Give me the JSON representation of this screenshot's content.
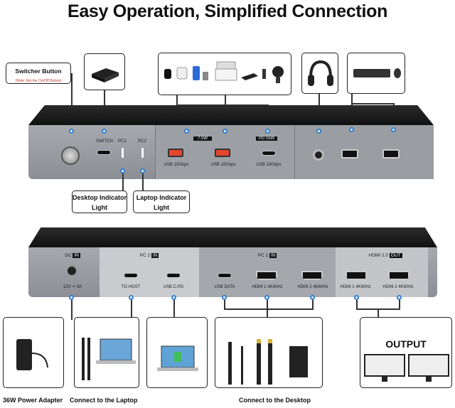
{
  "title": "Easy Operation, Simplified Connection",
  "callouts": {
    "switcher_button": "Switcher Button",
    "switcher_note": "(Note: Not the On/Off Button)",
    "desktop_indicator": "Desktop Indicator Light",
    "laptop_indicator": "Laptop Indicator Light"
  },
  "front_panel": {
    "switch": "SWITCH",
    "pc1": "PC1",
    "pc2": "PC2",
    "charge_tag": "7.5W",
    "pd_tag": "PD 15W",
    "usb1": "USB 10Gbps",
    "usb2": "USB 10Gbps",
    "usb3": "USB 10Gbps"
  },
  "rear_panel": {
    "dc": "DC",
    "in": "IN",
    "dc_rating": "12V ⎓ 3A",
    "pc2": "PC 2",
    "to_host": "TO HOST",
    "usb_c_pd": "USB C-PD",
    "pc1": "PC 1",
    "usb_data": "USB DATA",
    "hdmi1_in": "HDMI 1 4K60Hz",
    "hdmi2_in": "HDMI 2 4K60Hz",
    "hdmi_out_title": "HDMI 2.0",
    "out": "OUT",
    "hdmi1_out": "HDMI 1 4K60Hz",
    "hdmi2_out": "HDMI 2 4K60Hz"
  },
  "bottom": {
    "output_title": "OUTPUT",
    "power_adapter": "36W Power Adapter",
    "connect_laptop": "Connect to the Laptop",
    "connect_desktop": "Connect to the Desktop"
  }
}
